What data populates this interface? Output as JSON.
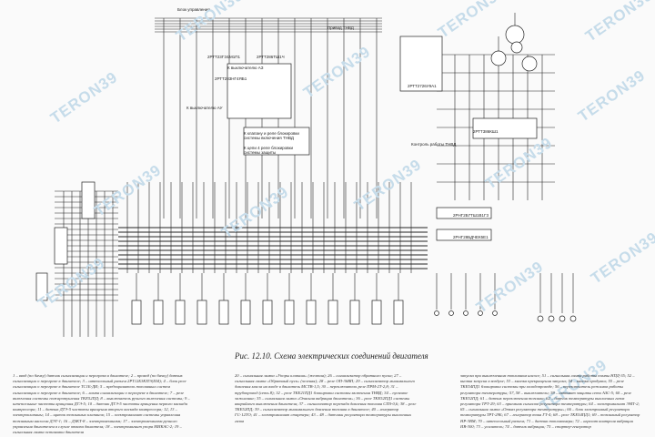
{
  "watermark": "TERON39",
  "caption": "Рис. 12.10. Схема электрических соединений двигателя",
  "labels": {
    "top_header": "Блок управления",
    "ref_1": "К выключателю АУ",
    "ref_2": "К выключателю АЗ",
    "ref_3": "К клапану и реле блокировки системы включения ТНВД",
    "ref_4": "К цепи 4 реле блокировки системы защиты",
    "ref_5": "Контроль работы ТНВД",
    "ref_6": "Привод ТНВД",
    "wire_1": "2РТТ23ГЭ1М1П1",
    "wire_2": "2РТТ286ТШ1Ч",
    "wire_3": "2РТТ283НГ4ЯБ1",
    "wire_4": "2РТТ2726У9А1",
    "wire_5": "2РНГ2Б7ТШ1В1Г3",
    "wire_6": "2РНГ28БДЧЕК5Е1",
    "wire_7": "2РТТ386КШ1"
  },
  "legend": {
    "col1": "1 – ввод (по бачку) датчик сигнализации и перегрева в двигателе; 2 – провод (по бачку) датчик сигнализации о перегреве в двигателе; 3 – штепсельный разъем 2РТ12Б3КПЭ(Ш4); 4 – блок реле сигнализации о перегреве в двигателе ТС1Б-ДИ; 5 – предохранитель топливных систем сигнализации о перегреве в двигателе; 6 – лампа сигнализации о перегреве в двигателе; 7 – реле включения системы пожаротушения ТКЕ52ПД; 8 – выключатель ручного включения системы; 9 – штепсельные частоты вращения ДТЭ-5; 10 – датчик ДТЭ-5 частоты вращения первого каскада компрессора; 11 – датчик ДТЭ-5 частоты вращения второго каскада компрессора; 12, 13 – электроклапаны; 14 – щиток топливных клапанов; 15 – электромагнит системы управления топливным насосом ДЭТ-1; 16 – ДЗКТ-8 – электромеханизм; 17 – электромеханизм ручного управления двигателем в случае отказа двигателя; 18 – электромагнит упора МИКАС-2; 19 – сигнальная лампа остановки двигателя",
    "col2": "20 – сигнальная лампа «Упоры клапана» (желтая); 26 – сигнализатор обратного пуска; 27 – сигнальная лампа «Обратный пуск» (зеленая); 28 – реле ОП-36ВП; 29 – сигнализатор минимального давления масла на входе в двигатель МСТВ-1,5; 30 – переключатель реле ПРМ-2Т-2,8; 31 – трубопровод (сеть 8); 32 – реле ТКЕ21ПД1 блокировки системы включения ТНВД; 34 – пусковое зажигание; 35 – сигнальная лампа «Опасная вибрация двигателя»; 36 – реле ТКЕ52ПД1 системы аварийного выключения двигателя; 37 – сигнализатор перепада давления топлива СПЗ-0,6; 38 – реле ТКЕ52ПД; 39 – сигнализатор минимального давления топлива в двигателе; 40 – генератор ГС-12ТО; 41 – электромагнит стартера; 43 – 48 – датчики регулятора температуры выхлопных газов",
    "col3": "запуска при выключенном топливном насосе; 51 – сигнальная лампа работы помпы НПД-35; 52 – кнопка запуска в воздухе; 53 – кнопка прекращения запуска; 54 – кнопка продувки; 55 – реле ТКЕ54ПД1 блокировки системы при холодопроводе; 56 – переключатель режимов работы регулятора температуры; 57, 58 – выключатели; 59 – автомат защиты сети АЗС-5; 60 – реле ТКЕ52ПД; 61 – датчик переключения топлива; 62 – датчик температуры выхлопных газов регулятора ТРТ-29; 63 – приемник сигналов регулятора температуры; 64 – электромагнит ЭМТ-2; 65 – сигнальная лампа «Отказ регулятора температуры»; 66 – блок электронный регулятора температуры ТРТ-29Б; 67 – генератор тока ГТ-4; 68 – реле ТКЕ54ПД1; 69 – топливный регулятор НР-3ВМ; 70 – штепсельный разъем; 71 – датчик топливомера; 72 – агрегат контроля вибрации ИВ-300; 73 – усилитель; 74 – датчик вибрации; 75 – стартер-генератор"
  }
}
